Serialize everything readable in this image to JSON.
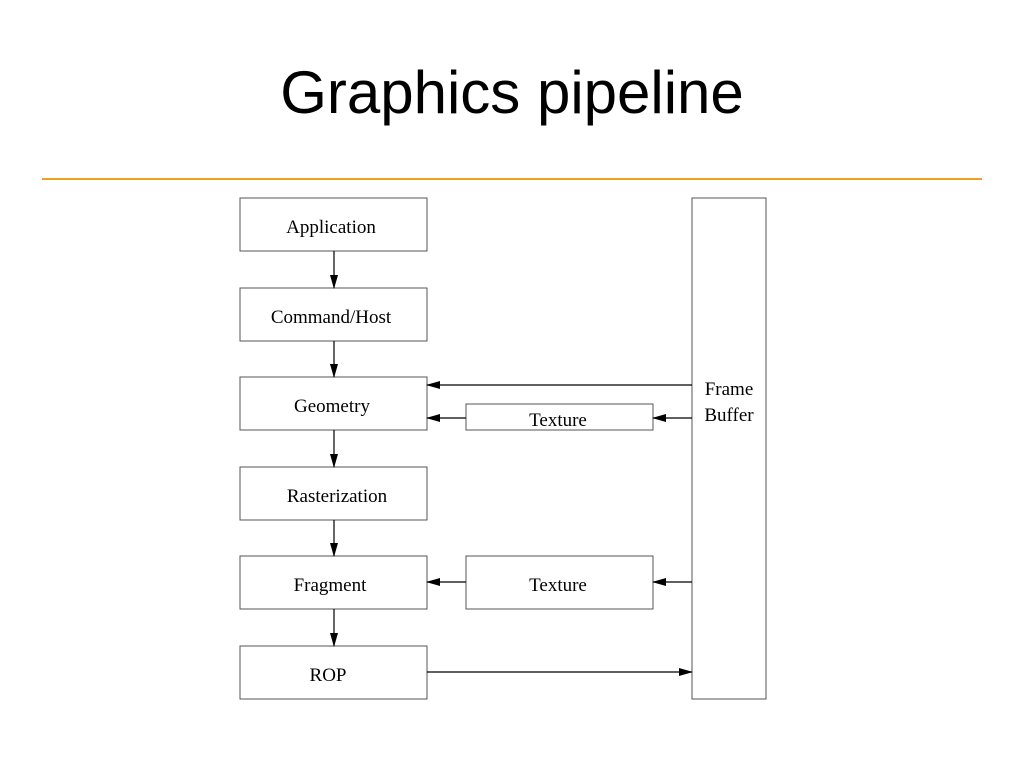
{
  "title": "Graphics pipeline",
  "colors": {
    "accent_rule": "#f0a020",
    "box_border": "#555555",
    "text": "#000000"
  },
  "diagram": {
    "stages": [
      {
        "id": "application",
        "label": "Application"
      },
      {
        "id": "command-host",
        "label": "Command/Host"
      },
      {
        "id": "geometry",
        "label": "Geometry"
      },
      {
        "id": "rasterization",
        "label": "Rasterization"
      },
      {
        "id": "fragment",
        "label": "Fragment"
      },
      {
        "id": "rop",
        "label": "ROP"
      }
    ],
    "texture_geometry": "Texture",
    "texture_fragment": "Texture",
    "frame_buffer_line1": "Frame",
    "frame_buffer_line2": "Buffer",
    "edges": [
      {
        "from": "application",
        "to": "command-host"
      },
      {
        "from": "command-host",
        "to": "geometry"
      },
      {
        "from": "geometry",
        "to": "rasterization"
      },
      {
        "from": "rasterization",
        "to": "fragment"
      },
      {
        "from": "fragment",
        "to": "rop"
      },
      {
        "from": "frame-buffer",
        "to": "geometry"
      },
      {
        "from": "frame-buffer",
        "to": "texture-geometry"
      },
      {
        "from": "texture-geometry",
        "to": "geometry"
      },
      {
        "from": "frame-buffer",
        "to": "texture-fragment"
      },
      {
        "from": "texture-fragment",
        "to": "fragment"
      },
      {
        "from": "rop",
        "to": "frame-buffer"
      }
    ]
  }
}
